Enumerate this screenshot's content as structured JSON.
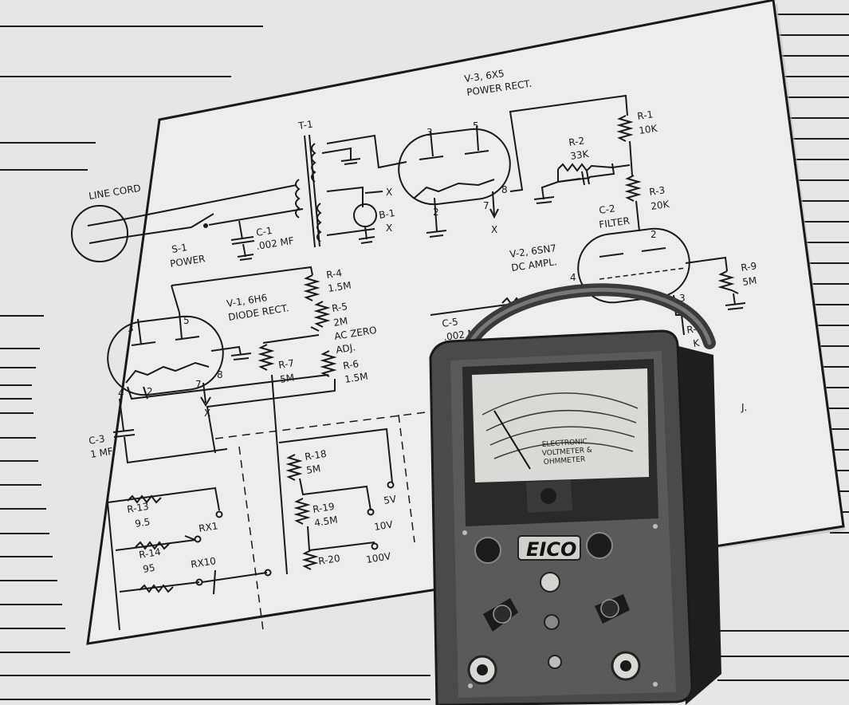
{
  "schematic": {
    "labels": {
      "t1": "T-1",
      "v3_line1": "V-3, 6X5",
      "v3_line2": "POWER RECT.",
      "r1_name": "R-1",
      "r1_val": "10K",
      "r2_name": "R-2",
      "r2_val": "33K",
      "r3_name": "R-3",
      "r3_val": "20K",
      "c2_name": "C-2",
      "c2_val": "FILTER",
      "line_cord": "LINE CORD",
      "s1_name": "S-1",
      "s1_val": "POWER",
      "c1_name": "C-1",
      "c1_val": ".002 MF",
      "b1": "B-1",
      "r4_name": "R-4",
      "r4_val": "1.5M",
      "v1_line1": "V-1, 6H6",
      "v1_line2": "DIODE RECT.",
      "r5_name": "R-5",
      "r5_val": "2M",
      "r5_note1": "AC ZERO",
      "r5_note2": "ADJ.",
      "r6_name": "R-6",
      "r6_val": "1.5M",
      "r7_name": "R-7",
      "r7_val": "5M",
      "v2_line1": "V-2, 6SN7",
      "v2_line2": "DC AMPL.",
      "r9_name": "R-9",
      "r9_val": "5M",
      "c5_name": "C-5",
      "c5_val": ".002 M",
      "r11_name": "R-11",
      "r11_val": "K",
      "c3_name": "C-3",
      "c3_val": "1 MF",
      "r18_name": "R-18",
      "r18_val": "5M",
      "r19_name": "R-19",
      "r19_val": "4.5M",
      "r20_name": "R-20",
      "r13_name": "R-13",
      "r13_val": "9.5",
      "r14_name": "R-14",
      "r14_val": "95",
      "rx1": "RX1",
      "rx10": "RX10",
      "v5": "5V",
      "v10": "10V",
      "v100": "100V",
      "j": "J.",
      "x": "X"
    },
    "pins": [
      "3",
      "5",
      "2",
      "7",
      "8",
      "4",
      "2",
      "3"
    ]
  },
  "meter": {
    "brand": "EICO",
    "dial_line1": "ELECTRONIC",
    "dial_line2": "VOLTMETER &",
    "dial_line3": "OHMMETER"
  }
}
